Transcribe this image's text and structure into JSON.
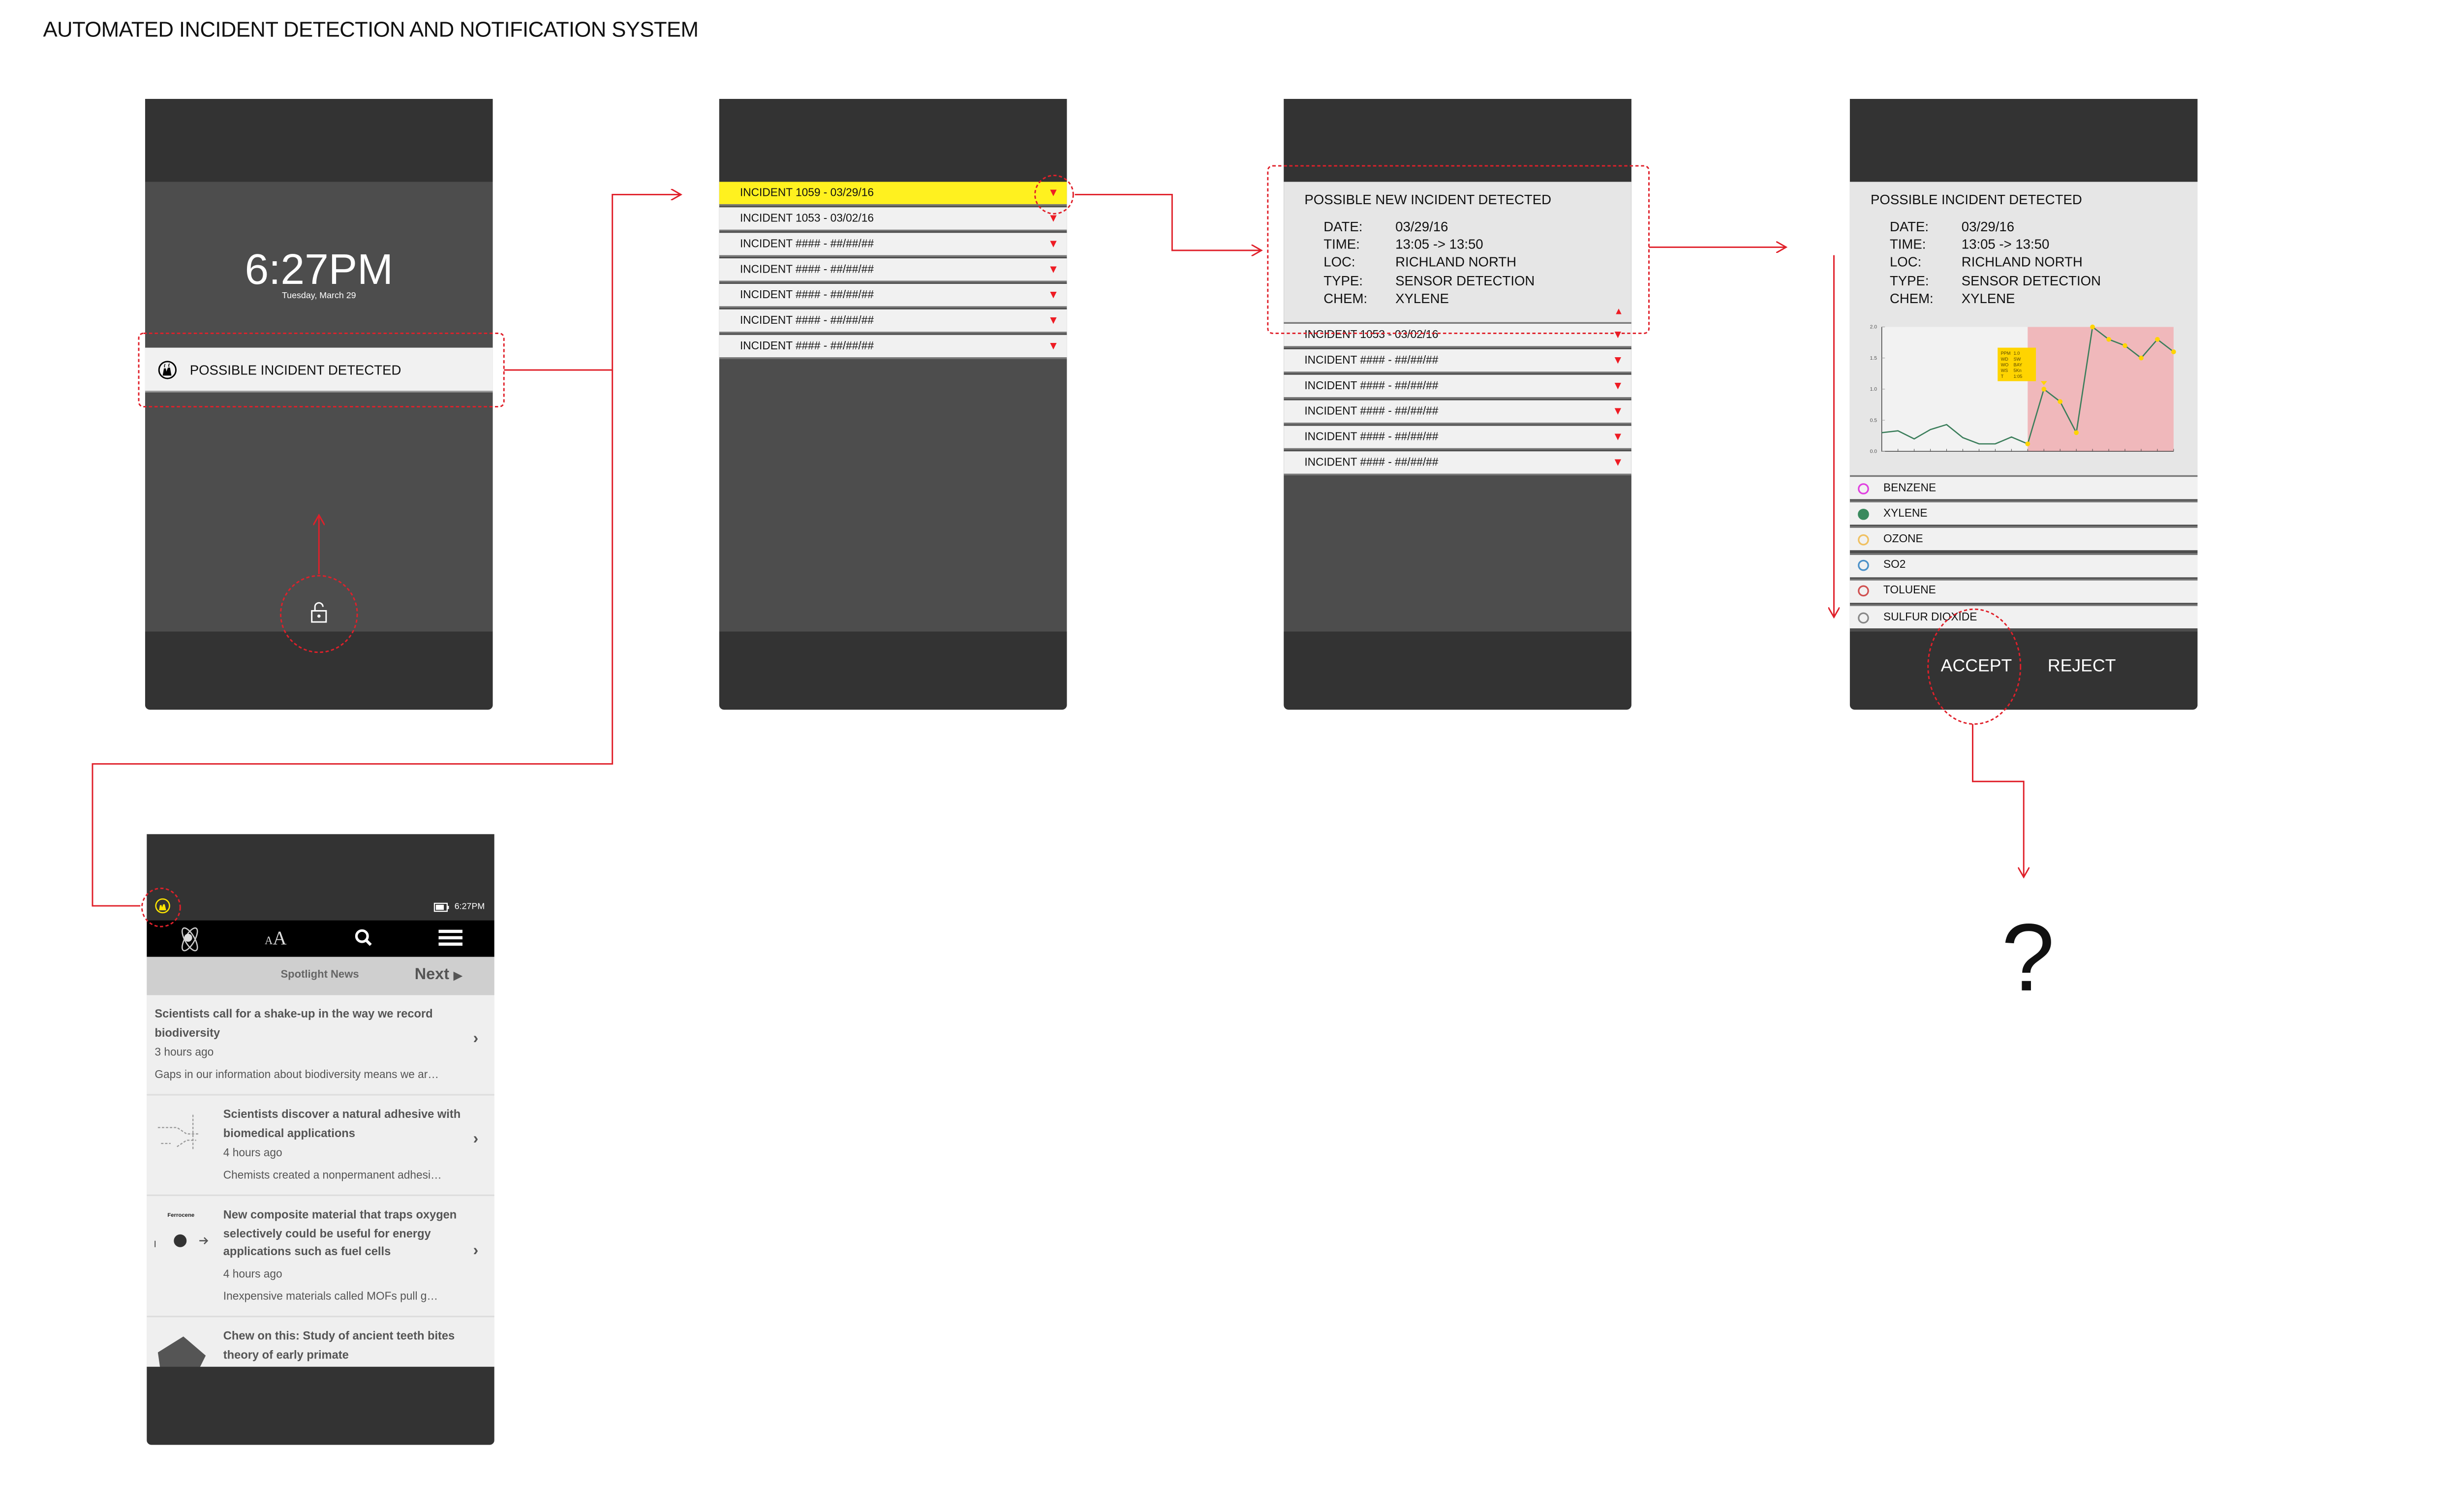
{
  "title": "AUTOMATED INCIDENT DETECTION AND NOTIFICATION SYSTEM",
  "colors": {
    "accent_red": "#ee1c24",
    "highlight_yellow": "#fff11f",
    "dark": "#333333",
    "mid": "#4d4d4d",
    "light": "#f1f1f1"
  },
  "lock_screen": {
    "time": "6:27PM",
    "date": "Tuesday, March 29",
    "notification": "POSSIBLE INCIDENT DETECTED",
    "notification_icon": "factory-icon",
    "unlock_icon": "unlock-icon"
  },
  "incident_list": {
    "rows": [
      {
        "label": "INCIDENT 1059 - 03/29/16",
        "highlighted": true
      },
      {
        "label": "INCIDENT 1053 - 03/02/16"
      },
      {
        "label": "INCIDENT #### - ##/##/##"
      },
      {
        "label": "INCIDENT #### - ##/##/##"
      },
      {
        "label": "INCIDENT #### - ##/##/##"
      },
      {
        "label": "INCIDENT #### - ##/##/##"
      },
      {
        "label": "INCIDENT #### - ##/##/##"
      }
    ]
  },
  "incident_expanded": {
    "title": "POSSIBLE NEW INCIDENT DETECTED",
    "fields": [
      {
        "k": "DATE:",
        "v": "03/29/16"
      },
      {
        "k": "TIME:",
        "v": "13:05 -> 13:50"
      },
      {
        "k": "LOC:",
        "v": "RICHLAND NORTH"
      },
      {
        "k": "TYPE:",
        "v": "SENSOR DETECTION"
      },
      {
        "k": "CHEM:",
        "v": "XYLENE"
      }
    ],
    "rows": [
      "INCIDENT 1053 - 03/02/16",
      "INCIDENT #### - ##/##/##",
      "INCIDENT #### - ##/##/##",
      "INCIDENT #### - ##/##/##",
      "INCIDENT #### - ##/##/##",
      "INCIDENT #### - ##/##/##"
    ]
  },
  "incident_detail": {
    "title": "POSSIBLE INCIDENT DETECTED",
    "fields": [
      {
        "k": "DATE:",
        "v": "03/29/16"
      },
      {
        "k": "TIME:",
        "v": "13:05 -> 13:50"
      },
      {
        "k": "LOC:",
        "v": "RICHLAND NORTH"
      },
      {
        "k": "TYPE:",
        "v": "SENSOR DETECTION"
      },
      {
        "k": "CHEM:",
        "v": "XYLENE"
      }
    ],
    "legend": [
      {
        "label": "BENZENE",
        "color": "#e040e0",
        "filled": false
      },
      {
        "label": "XYLENE",
        "color": "#3a8a5e",
        "filled": true
      },
      {
        "label": "OZONE",
        "color": "#f0c060",
        "filled": false
      },
      {
        "label": "SO2",
        "color": "#4a90c8",
        "filled": false
      },
      {
        "label": "TOLUENE",
        "color": "#d05050",
        "filled": false
      },
      {
        "label": "SULFUR DIOXIDE",
        "color": "#888888",
        "filled": false
      }
    ],
    "accept_label": "ACCEPT",
    "reject_label": "REJECT",
    "tooltip": [
      {
        "k": "PPM",
        "v": "1.0"
      },
      {
        "k": "WD",
        "v": "SW"
      },
      {
        "k": "WO",
        "v": "BAY"
      },
      {
        "k": "WS",
        "v": "5Kn"
      },
      {
        "k": "T",
        "v": "1:05"
      }
    ]
  },
  "chart_data": {
    "type": "line",
    "ylim": [
      0,
      2.0
    ],
    "yticks": [
      "0.0",
      "0.5",
      "1.0",
      "1.5",
      "2.0"
    ],
    "grid": false,
    "series": [
      {
        "values": [
          0.3,
          0.33,
          0.2,
          0.35,
          0.43,
          0.22,
          0.12,
          0.12,
          0.23,
          0.12,
          1.0,
          0.8,
          0.3,
          2.0,
          1.8,
          1.7,
          1.5,
          1.8,
          1.6
        ],
        "color": "#3a7d5a"
      }
    ],
    "incident_region_start_index": 9,
    "incident_region_color": "#f0b8bb",
    "highlight_marker_color": "#ffd400"
  },
  "outcome": "?",
  "news_app": {
    "status_time": "6:27PM",
    "nav_icons": [
      "atom-logo-icon",
      "font-size-icon",
      "search-icon",
      "menu-icon"
    ],
    "font_size_label": "AA",
    "section": "Spotlight News",
    "next_label": "Next",
    "articles": [
      {
        "headline": "Scientists call for a shake-up in the way we record biodiversity",
        "time": "3 hours ago",
        "summary": "Gaps in our information about biodiversity means we ar…"
      },
      {
        "headline": "Scientists discover a natural adhesive with biomedical applications",
        "time": "4 hours ago",
        "summary": "Chemists created a nonpermanent adhesi…"
      },
      {
        "headline": "New composite material that traps oxygen selectively could be useful for energy applications such as fuel cells",
        "time": "4 hours ago",
        "summary": "Inexpensive materials called MOFs pull g…",
        "thumb_caption": "Ferrocene"
      },
      {
        "headline": "Chew on this: Study of ancient teeth bites theory of early primate"
      }
    ]
  }
}
